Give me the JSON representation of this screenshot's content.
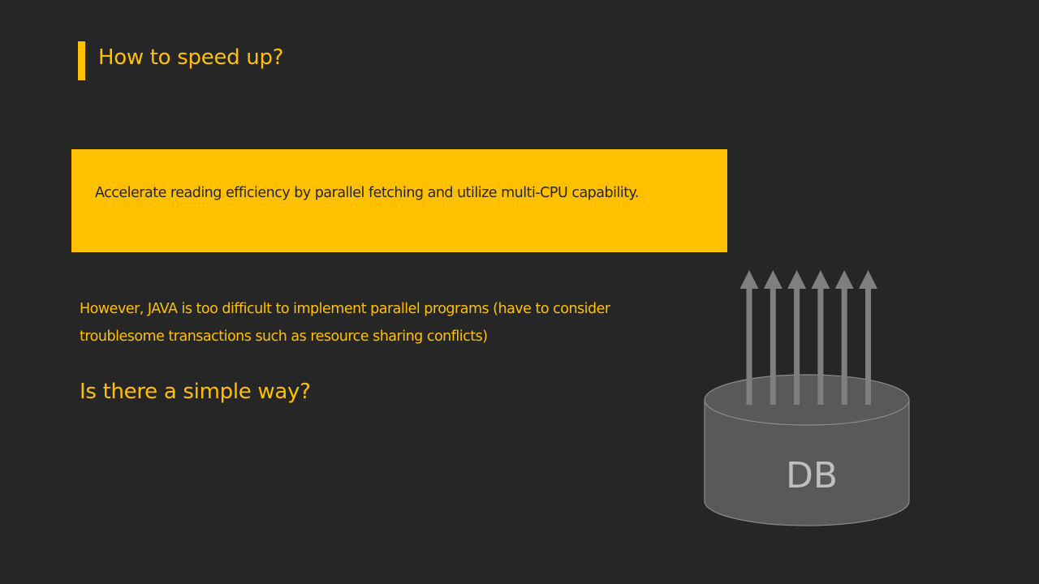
{
  "slide": {
    "title": "How to speed up?",
    "highlight": "Accelerate reading efficiency by parallel fetching and utilize multi-CPU capability.",
    "body": "However, JAVA is too difficult to implement parallel programs (have to consider troublesome transactions such as resource sharing conflicts)",
    "question": "Is there a simple way?"
  },
  "figure": {
    "db_label": "DB",
    "arrow_count": 6,
    "arrow_color": "#7F7F7F",
    "cylinder_fill": "#595959",
    "cylinder_stroke": "#8C8C8C",
    "label_color": "#BFBFBF"
  },
  "theme": {
    "background": "#262626",
    "accent": "#FFC000",
    "box_text": "#262626"
  }
}
